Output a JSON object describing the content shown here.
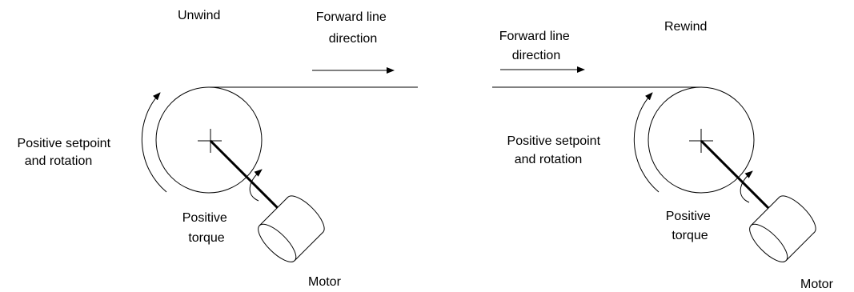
{
  "unwind": {
    "title": "Unwind",
    "line_direction": [
      "Forward line",
      "direction"
    ],
    "setpoint_label": [
      "Positive setpoint",
      "and rotation"
    ],
    "torque_label": [
      "Positive",
      "torque"
    ],
    "motor_label": "Motor"
  },
  "rewind": {
    "title": "Rewind",
    "line_direction": [
      "Forward line",
      "direction"
    ],
    "setpoint_label": [
      "Positive setpoint",
      "and rotation"
    ],
    "torque_label": [
      "Positive",
      "torque"
    ],
    "motor_label": "Motor"
  },
  "colors": {
    "stroke": "#000000",
    "background": "#ffffff"
  }
}
